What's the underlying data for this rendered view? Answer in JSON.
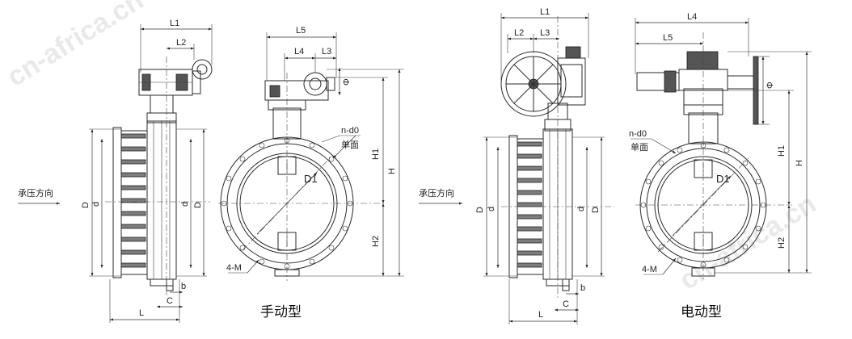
{
  "watermark": "cn-africa.cn",
  "manual": {
    "caption": "手动型",
    "direction_label": "承压方向",
    "side_labels": [
      "L1",
      "L2",
      "D",
      "d",
      "d",
      "D",
      "C",
      "b",
      "L"
    ],
    "front_labels": [
      "L5",
      "L4",
      "L3",
      "Φ",
      "H1",
      "H",
      "H2",
      "D1",
      "n-d0",
      "单面",
      "4-M"
    ]
  },
  "electric": {
    "caption": "电动型",
    "direction_label": "承压方向",
    "side_labels": [
      "L1",
      "L2",
      "L3",
      "D",
      "d",
      "d",
      "D",
      "C",
      "b",
      "L"
    ],
    "front_labels": [
      "L4",
      "L5",
      "Φ",
      "H1",
      "H",
      "H2",
      "D1",
      "n-d0",
      "单面",
      "4-M"
    ]
  }
}
